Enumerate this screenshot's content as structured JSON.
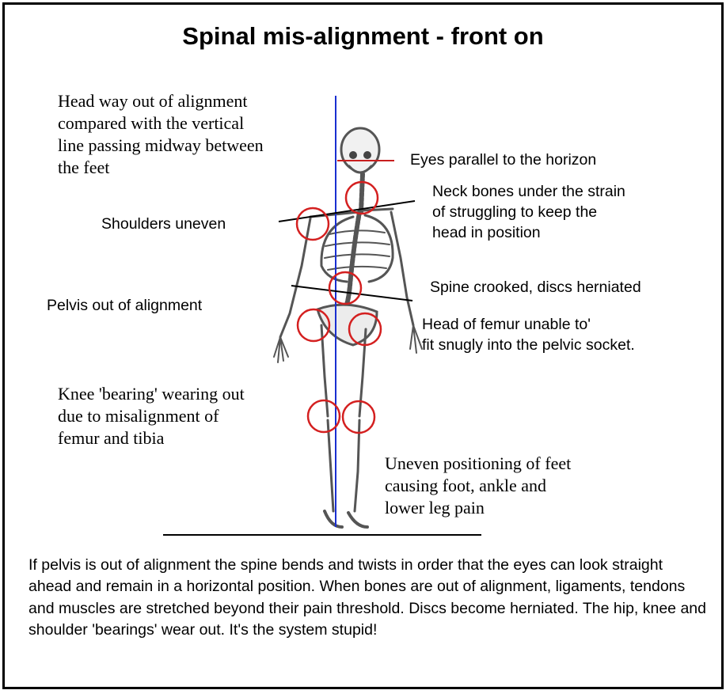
{
  "title": "Spinal mis-alignment - front on",
  "annotations": {
    "head": "Head way out of alignment\ncompared with the vertical\nline passing midway between\nthe feet",
    "eyes": "Eyes parallel to the horizon",
    "neck": "Neck bones under the strain\nof struggling to keep the\nhead in position",
    "shoulders": "Shoulders uneven",
    "spine": "Spine crooked, discs herniated",
    "pelvis": "Pelvis out of alignment",
    "femur": "Head of femur unable to'\nfit snugly into the pelvic socket.",
    "knee": "Knee 'bearing' wearing out\ndue to misalignment of\nfemur and tibia",
    "feet": "Uneven positioning of feet\ncausing foot, ankle and\nlower leg pain"
  },
  "paragraph": "If pelvis is out of alignment the spine bends and twists in order that the eyes can look straight ahead and remain in a horizontal position. When bones are out of alignment, ligaments, tendons and muscles are stretched beyond their pain threshold. Discs become herniated. The hip, knee and shoulder 'bearings' wear out. It's the system stupid!",
  "colors": {
    "vertical_line": "#1a2fd0",
    "markers": "#d42020",
    "eye_line": "#c81e1e"
  }
}
